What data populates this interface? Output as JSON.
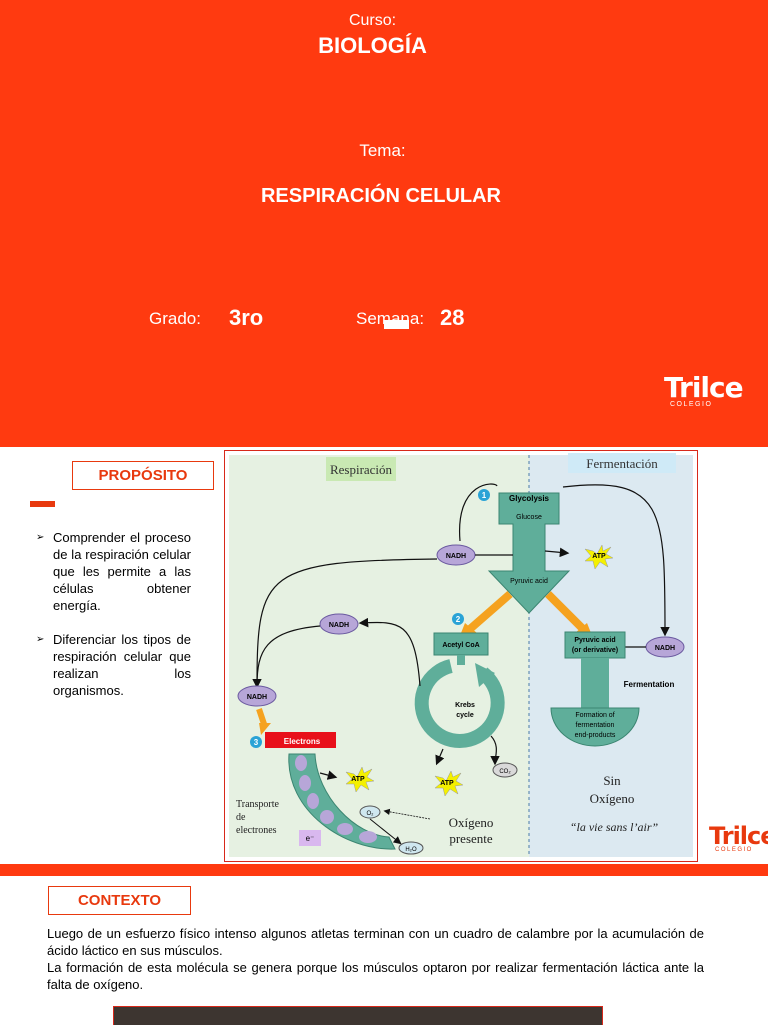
{
  "cover": {
    "curso_label": "Curso:",
    "curso_value": "BIOLOGÍA",
    "tema_label": "Tema:",
    "tema_value": "RESPIRACIÓN CELULAR",
    "grado_label": "Grado:",
    "grado_value": "3ro",
    "semana_label": "Semana:",
    "semana_value": "28"
  },
  "logo": {
    "name": "Trilce",
    "sub": "COLEGIO"
  },
  "proposito": {
    "title": "PROPÓSITO",
    "items": [
      "Comprender el proceso de la respiración celular que les permite a las células obtener energía.",
      "Diferenciar los tipos de respiración celular que realizan los organismos."
    ]
  },
  "diagram": {
    "respiracion": "Respiración",
    "fermentacion": "Fermentación",
    "glycolysis": "Glycolysis",
    "glucose": "Glucose",
    "pyruvic_acid": "Pyruvic acid",
    "nadh": "NADH",
    "atp": "ATP",
    "acetyl_coa": "Acetyl CoA",
    "krebs_1": "Krebs",
    "krebs_2": "cycle",
    "co2": "CO₂",
    "electrons": "Electrons",
    "o2": "O₂",
    "h2o": "H₂O",
    "e_minus": "e⁻",
    "pyruvic_deriv_1": "Pyruvic acid",
    "pyruvic_deriv_2": "(or derivative)",
    "fermentation": "Fermentation",
    "formation_1": "Formation of",
    "formation_2": "fermentation",
    "formation_3": "end-products",
    "transporte_1": "Transporte",
    "transporte_2": "de",
    "transporte_3": "electrones",
    "oxigeno_1": "Oxígeno",
    "oxigeno_2": "presente",
    "sin_1": "Sin",
    "sin_2": "Oxígeno",
    "vie": "“la vie sans l’air”",
    "step_1": "1",
    "step_2": "2",
    "step_3": "3"
  },
  "contexto": {
    "title": "CONTEXTO",
    "p1": "Luego de un esfuerzo físico intenso algunos atletas terminan con un cuadro de calambre por la acumulación de ácido láctico en sus músculos.",
    "p2": " La formación de esta molécula se genera porque los músculos optaron por realizar fermentación láctica ante la falta de oxígeno."
  },
  "colors": {
    "accent": "#ff3a10",
    "teal": "#5fae9a",
    "nadh": "#b7a6d8",
    "atp": "#f4f000",
    "electrons": "#e8101a"
  }
}
